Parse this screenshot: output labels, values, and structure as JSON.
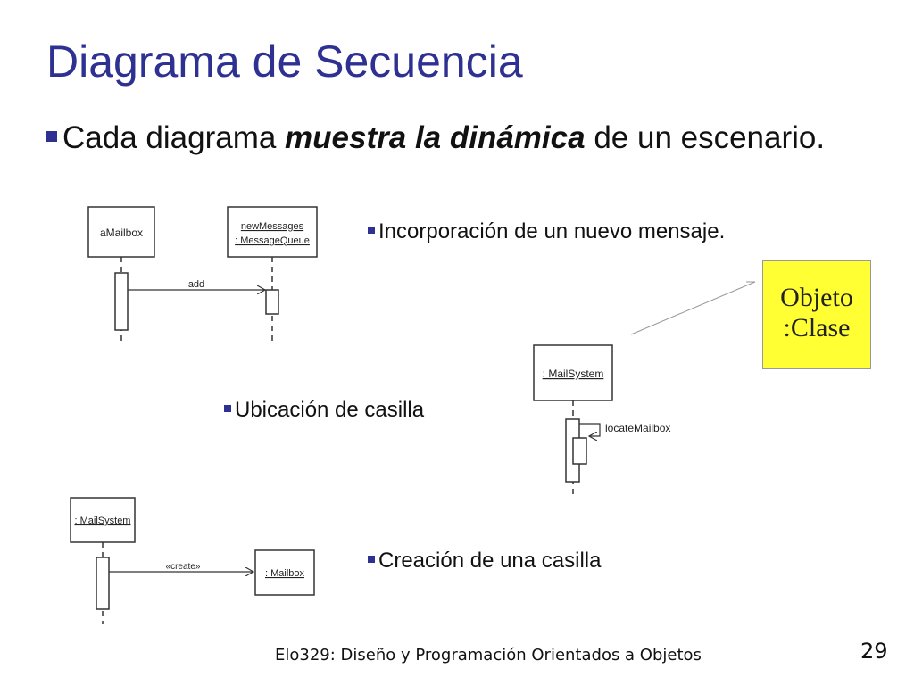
{
  "slide": {
    "title": "Diagrama de Secuencia",
    "bullet": {
      "before": "Cada diagrama ",
      "emphasis": "muestra la dinámica",
      "after": " de un escenario."
    },
    "sub_bullets": [
      "Incorporación de un nuevo mensaje.",
      "Ubicación de casilla",
      "Creación de una casilla"
    ],
    "callout": {
      "line1": "Objeto",
      "line2": ":Clase"
    },
    "footer": "Elo329: Diseño y Programación Orientados a Objetos",
    "page_number": "29",
    "accent_color": "#2E3192",
    "callout_color": "#FFFF33"
  },
  "diagrams": {
    "add_message": {
      "object1": "aMailbox",
      "object2_line1": "newMessages",
      "object2_line2": ": MessageQueue",
      "message": "add"
    },
    "locate": {
      "object": ": MailSystem",
      "message": "locateMailbox"
    },
    "create": {
      "object1": ": MailSystem",
      "object2": ": Mailbox",
      "message": "«create»"
    }
  }
}
